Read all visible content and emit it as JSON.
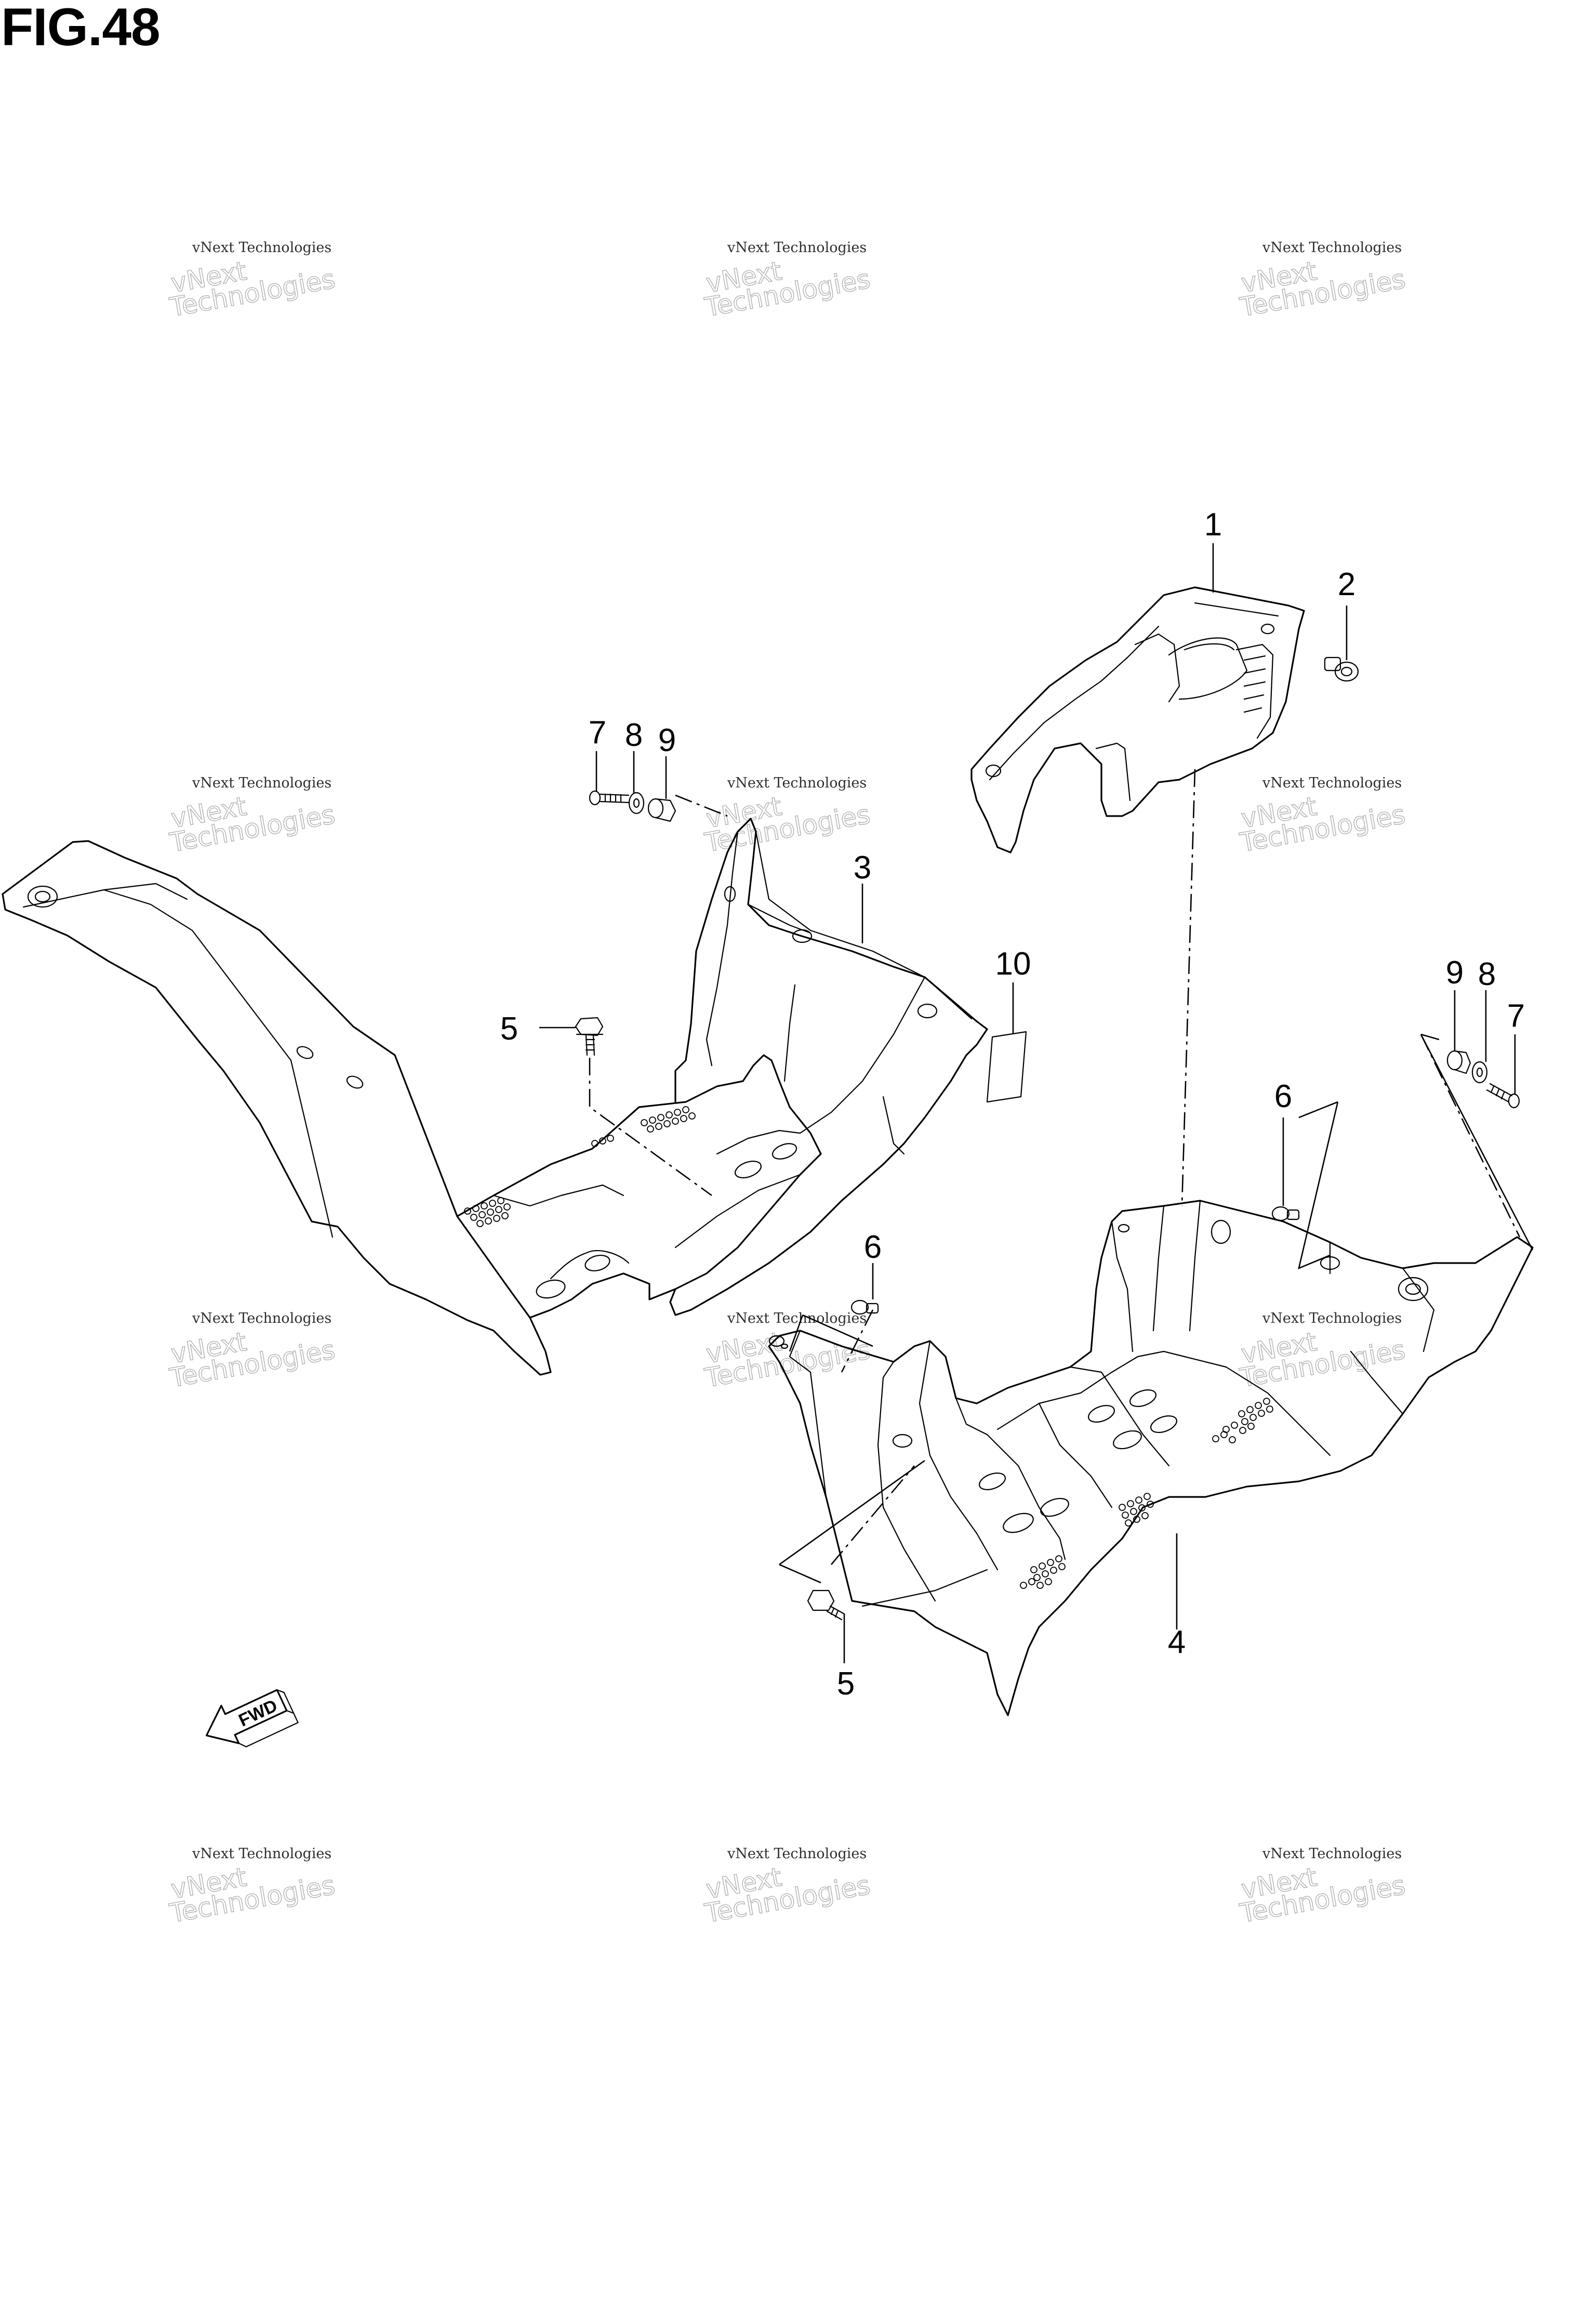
{
  "figure": {
    "title": "FIG.48"
  },
  "callouts": [
    {
      "id": "1",
      "label": "1"
    },
    {
      "id": "2",
      "label": "2"
    },
    {
      "id": "3",
      "label": "3"
    },
    {
      "id": "4",
      "label": "4"
    },
    {
      "id": "5a",
      "label": "5"
    },
    {
      "id": "5b",
      "label": "5"
    },
    {
      "id": "6a",
      "label": "6"
    },
    {
      "id": "6b",
      "label": "6"
    },
    {
      "id": "7a",
      "label": "7"
    },
    {
      "id": "7b",
      "label": "7"
    },
    {
      "id": "8a",
      "label": "8"
    },
    {
      "id": "8b",
      "label": "8"
    },
    {
      "id": "9a",
      "label": "9"
    },
    {
      "id": "9b",
      "label": "9"
    },
    {
      "id": "10",
      "label": "10"
    }
  ],
  "fwd_label": "FWD",
  "watermark": {
    "line1": "vNext Technologies",
    "line2": "vNext",
    "line3": "Technologies"
  }
}
